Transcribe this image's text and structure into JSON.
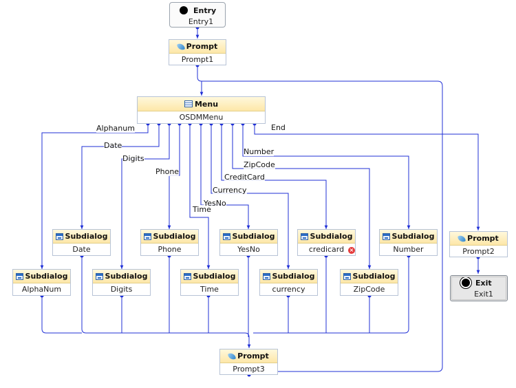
{
  "nodes": {
    "entry": {
      "type": "Entry",
      "name": "Entry1"
    },
    "prompt1": {
      "type": "Prompt",
      "name": "Prompt1"
    },
    "menu": {
      "type": "Menu",
      "name": "OSDMMenu"
    },
    "date": {
      "type": "Subdialog",
      "name": "Date"
    },
    "phone": {
      "type": "Subdialog",
      "name": "Phone"
    },
    "yesno": {
      "type": "Subdialog",
      "name": "YesNo"
    },
    "credicard": {
      "type": "Subdialog",
      "name": "credicard"
    },
    "number": {
      "type": "Subdialog",
      "name": "Number"
    },
    "prompt2": {
      "type": "Prompt",
      "name": "Prompt2"
    },
    "alphanum": {
      "type": "Subdialog",
      "name": "AlphaNum"
    },
    "digits": {
      "type": "Subdialog",
      "name": "Digits"
    },
    "time": {
      "type": "Subdialog",
      "name": "Time"
    },
    "currency": {
      "type": "Subdialog",
      "name": "currency"
    },
    "zipcode": {
      "type": "Subdialog",
      "name": "ZipCode"
    },
    "exit": {
      "type": "Exit",
      "name": "Exit1"
    },
    "prompt3": {
      "type": "Prompt",
      "name": "Prompt3"
    }
  },
  "menu_choices": {
    "alphanum": "Alphanum",
    "date": "Date",
    "digits": "Digits",
    "phone": "Phone",
    "time": "Time",
    "yesno": "YesNo",
    "currency": "Currency",
    "creditcard": "CreditCard",
    "zipcode": "ZipCode",
    "number": "Number",
    "end": "End"
  },
  "colors": {
    "edge": "#1f2fd6",
    "header_gradient_end": "#fde7a8",
    "error_marker": "#e53b3b"
  }
}
